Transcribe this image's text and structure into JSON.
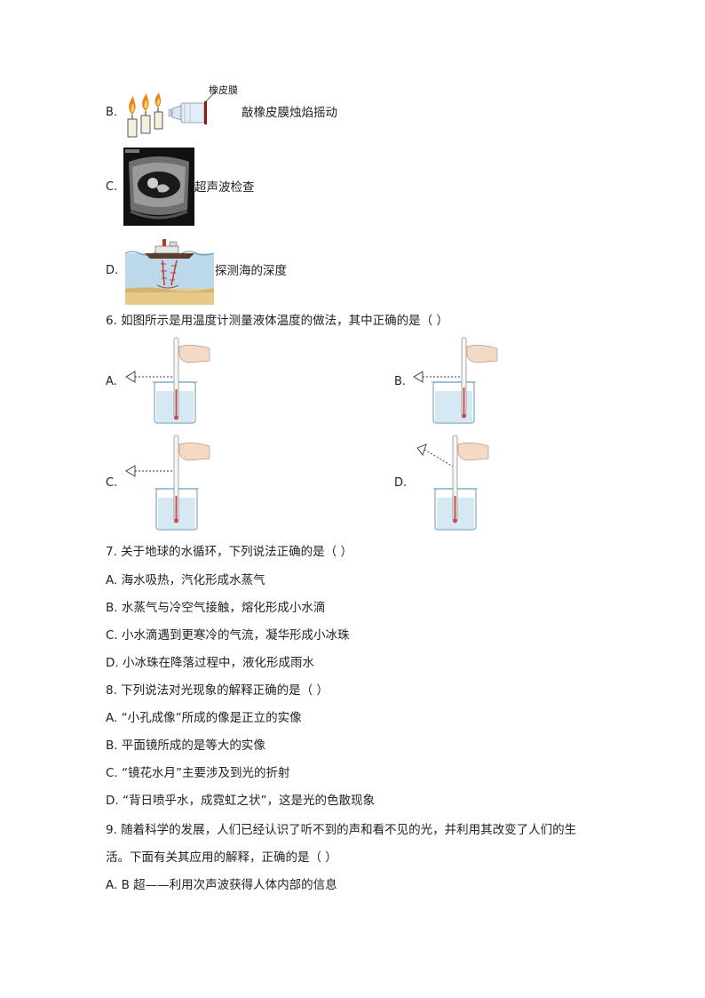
{
  "q5": {
    "B": {
      "letter": "B.",
      "callout": "橡皮膜",
      "caption": "敲橡皮膜烛焰摇动"
    },
    "C": {
      "letter": "C.",
      "caption": "超声波检查"
    },
    "D": {
      "letter": "D.",
      "caption": "探测海的深度"
    }
  },
  "q6": {
    "stem": "6.  如图所示是用温度计测量液体温度的做法，其中正确的是（        ）",
    "options": [
      "A.",
      "B.",
      "C.",
      "D."
    ]
  },
  "q7": {
    "stem": "7.  关于地球的水循环，下列说法正确的是（        ）",
    "options": [
      "A.  海水吸热，汽化形成水蒸气",
      "B.  水蒸气与冷空气接触，熔化形成小水滴",
      "C.  小水滴遇到更寒冷的气流，凝华形成小冰珠",
      "D.  小冰珠在降落过程中，液化形成雨水"
    ]
  },
  "q8": {
    "stem": "8.  下列说法对光现象的解释正确的是（        ）",
    "options": [
      "A. “小孔成像”所成的像是正立的实像",
      "B.  平面镜所成的是等大的实像",
      "C. “镜花水月”主要涉及到光的折射",
      "D. “背日喷乎水，成霓虹之状”，这是光的色散现象"
    ]
  },
  "q9": {
    "stem_line1": "9.  随着科学的发展，人们已经认识了听不到的声和看不见的光，并利用其改变了人们的生",
    "stem_line2": "活。下面有关其应用的解释，正确的是（        ）",
    "option_a": "A. B 超——利用次声波获得人体内部的信息"
  }
}
